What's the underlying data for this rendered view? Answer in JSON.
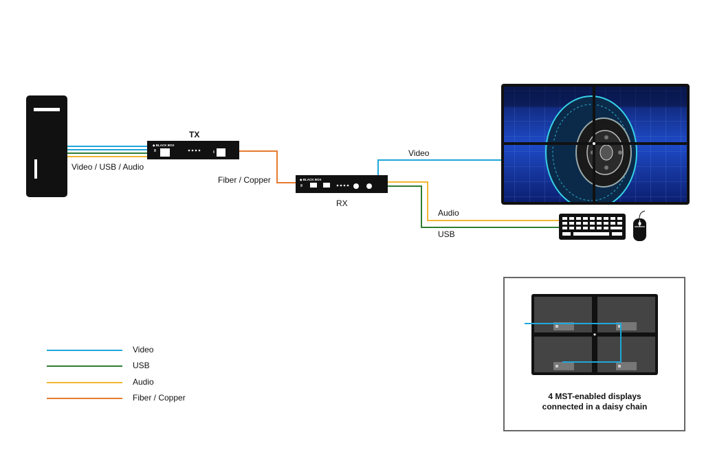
{
  "labels": {
    "tx": "TX",
    "rx": "RX",
    "video_usb_audio": "Video / USB / Audio",
    "fiber_copper": "Fiber / Copper",
    "video": "Video",
    "audio": "Audio",
    "usb": "USB",
    "device_brand": "BLACK BOX"
  },
  "legend": [
    {
      "label": "Video",
      "color": "#1ea7db"
    },
    {
      "label": "USB",
      "color": "#2e7d32"
    },
    {
      "label": "Audio",
      "color": "#f2b632"
    },
    {
      "label": "Fiber / Copper",
      "color": "#e87a2e"
    }
  ],
  "inset": {
    "caption_line1": "4 MST-enabled displays",
    "caption_line2": "connected in a daisy chain"
  },
  "colors": {
    "video": "#1ea7db",
    "usb": "#2e7d32",
    "audio": "#f2b632",
    "fiber": "#e87a2e",
    "device": "#111111"
  }
}
